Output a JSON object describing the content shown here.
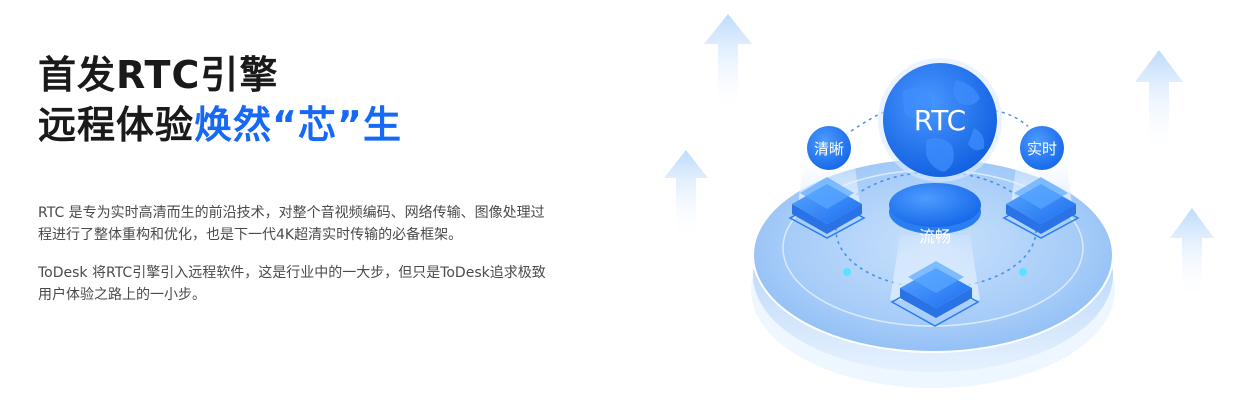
{
  "hero": {
    "title_line1": "首发RTC引擎",
    "title_line2_plain": "远程体验",
    "title_line2_accent": "焕然“芯”生",
    "paragraph1": "RTC 是专为实时高清而生的前沿技术，对整个音视频编码、网络传输、图像处理过程进行了整体重构和优化，也是下一代4K超清实时传输的必备框架。",
    "paragraph2": "ToDesk 将RTC引擎引入远程软件，这是行业中的一大步，但只是ToDesk追求极致用户体验之路上的一小步。"
  },
  "illustration": {
    "globe_label": "RTC",
    "node_left_label": "清晰",
    "node_right_label": "实时",
    "node_center_label": "流畅",
    "icons": [
      "up-arrow-icon",
      "globe-icon",
      "chip-icon",
      "platform-disc"
    ]
  },
  "colors": {
    "accent": "#1569f5",
    "heading": "#1a1a1a",
    "body": "#4a4a4a",
    "globe": "#1a72f0",
    "platform": "#8fc0f7"
  }
}
